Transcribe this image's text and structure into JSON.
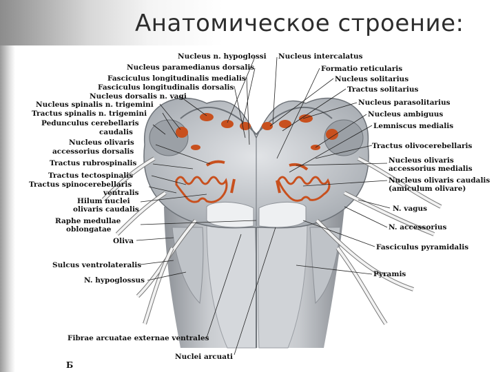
{
  "slide": {
    "title": "Анатомическое строение:",
    "figure_number": "Б"
  },
  "labels_left": [
    "Nucleus n. hypoglossi",
    "Nucleus paramedianus dorsalis",
    "Fasciculus longitudinalis medialis",
    "Fasciculus longitudinalis dorsalis",
    "Nucleus dorsalis n. vagi",
    "Nucleus spinalis n. trigemini",
    "Tractus spinalis n. trigemini",
    "Pedunculus cerebellaris",
    "caudalis",
    "Nucleus olivaris",
    "accessorius dorsalis",
    "Tractus rubrospinalis",
    "Tractus tectospinalis",
    "Tractus spinocerebellaris",
    "ventralis",
    "Hilum nuclei",
    "olivaris caudalis",
    "Raphe medullae",
    "oblongatae",
    "Oliva",
    "Sulcus ventrolateralis",
    "N. hypoglossus"
  ],
  "labels_right": [
    "Nucleus intercalatus",
    "Formatio reticularis",
    "Nucleus solitarius",
    "Tractus solitarius",
    "Nucleus parasolitarius",
    "Nucleus ambiguus",
    "Lemniscus medialis",
    "Tractus olivocerebellaris",
    "Nucleus olivaris",
    "accessorius medialis",
    "Nucleus olivaris caudalis",
    "(amiculum olivare)",
    "N. vagus",
    "N. accessorius",
    "Fasciculus pyramidalis",
    "Pyramis"
  ],
  "labels_bottom": [
    "Fibrae arcuatae externae ventrales",
    "Nuclei arcuati"
  ],
  "colors": {
    "nucleus": "#c8501e",
    "tissue": "#cfd2d6",
    "tissue_dark": "#8f949a"
  }
}
